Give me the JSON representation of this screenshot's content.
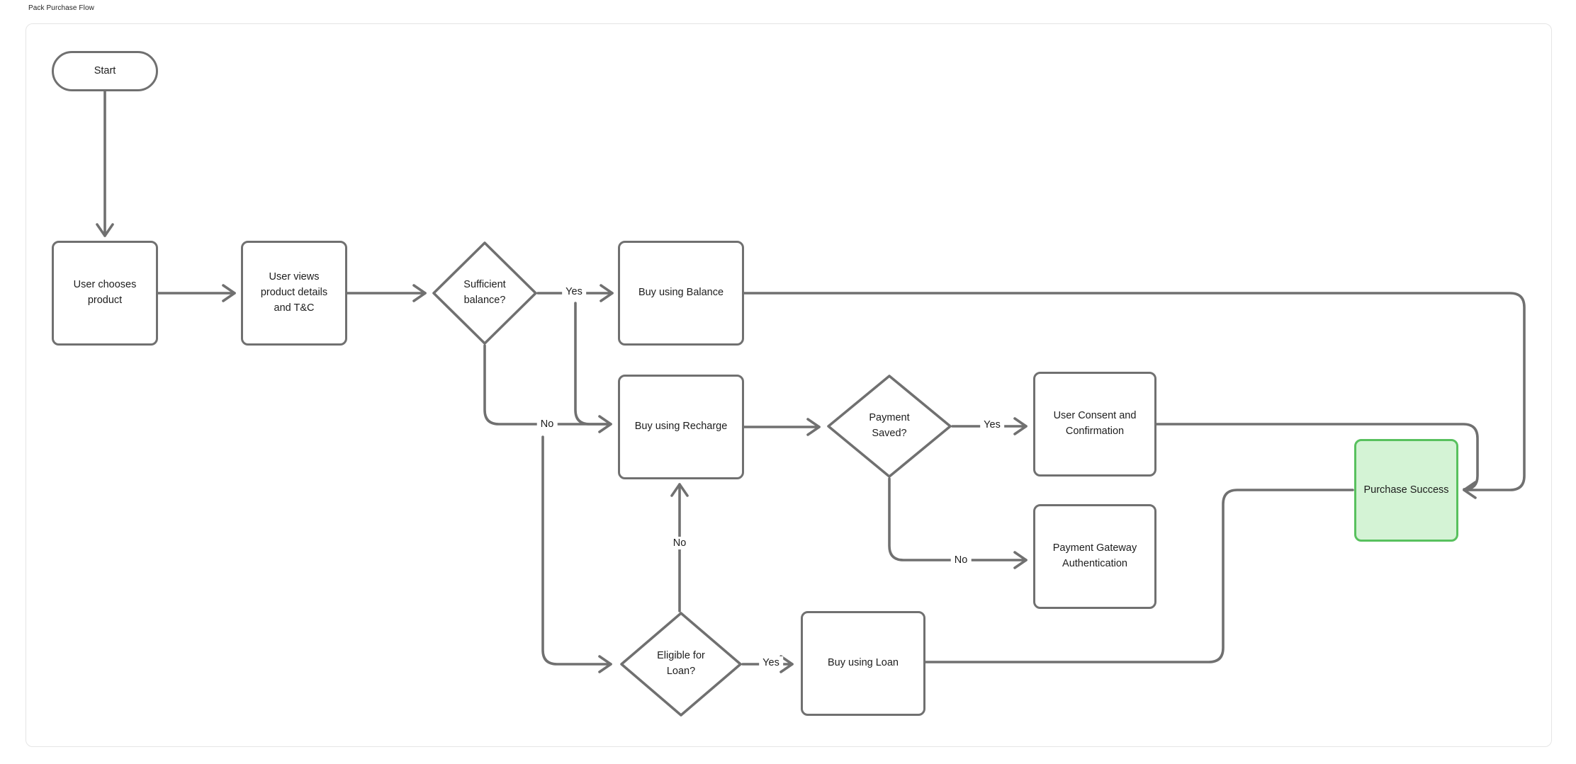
{
  "page_title": "Pack Purchase Flow",
  "colors": {
    "edge_stroke": "#707070",
    "node_border": "#707070",
    "node_fill": "#ffffff",
    "text": "#1d1d1d",
    "success_fill": "#d4f3d5",
    "success_border": "#58c15e",
    "card_border": "#e5e5e5",
    "background": "#ffffff"
  },
  "nodes": {
    "start": {
      "label": "Start",
      "shape": "stadium"
    },
    "choose_product": {
      "label": "User chooses product",
      "shape": "rect"
    },
    "view_details": {
      "label": "User views product details and T&C",
      "shape": "rect"
    },
    "sufficient_balance": {
      "label": "Sufficient balance?",
      "shape": "diamond"
    },
    "buy_balance": {
      "label": "Buy using Balance",
      "shape": "rect"
    },
    "buy_recharge": {
      "label": "Buy using Recharge",
      "shape": "rect"
    },
    "payment_saved": {
      "label": "Payment Saved?",
      "shape": "diamond"
    },
    "user_consent": {
      "label": "User Consent and Confirmation",
      "shape": "rect"
    },
    "pg_auth": {
      "label": "Payment Gateway Authentication",
      "shape": "rect"
    },
    "eligible_loan": {
      "label": "Eligible for Loan?",
      "shape": "diamond"
    },
    "buy_loan": {
      "label": "Buy using Loan",
      "shape": "rect"
    },
    "purchase_success": {
      "label": "Purchase Success",
      "shape": "rect-highlight"
    }
  },
  "edge_labels": {
    "sufficient_yes": "Yes",
    "sufficient_no": "No",
    "payment_saved_yes": "Yes",
    "payment_saved_no": "No",
    "eligible_loan_yes": "Yes",
    "eligible_loan_no": "No"
  }
}
